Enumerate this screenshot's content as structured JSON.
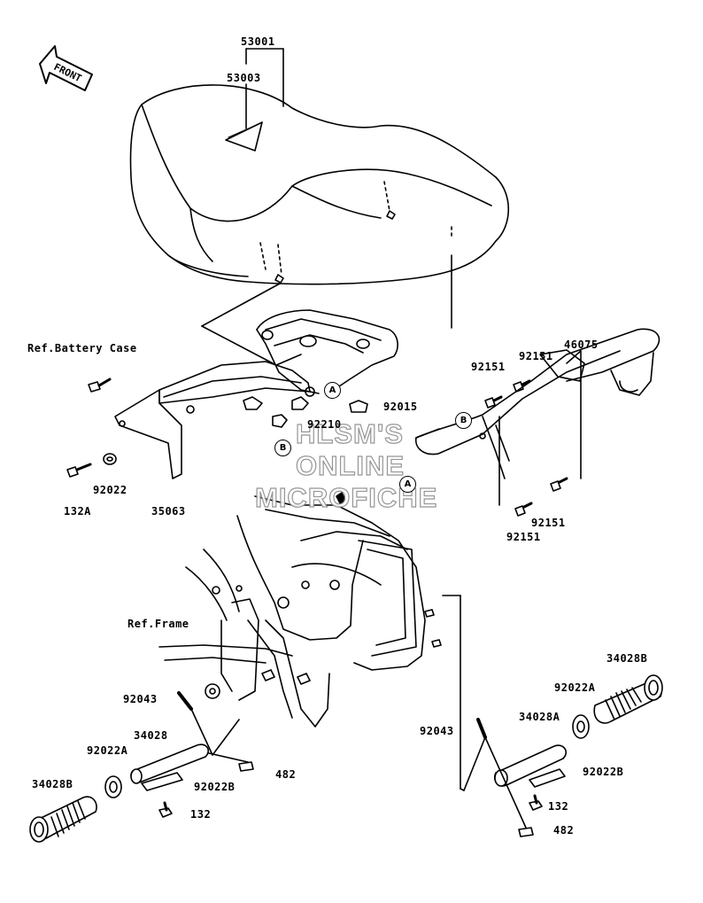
{
  "direction_arrow": {
    "label": "FRONT"
  },
  "watermark": {
    "line1": "HLSM'S",
    "line2": "ONLINE",
    "line3": "MICROFICHE"
  },
  "callouts": {
    "p53001": "53001",
    "p53003": "53003",
    "ref_battery": "Ref.Battery Case",
    "p46075": "46075",
    "p92151_a": "92151",
    "p92151_b": "92151",
    "p92015": "92015",
    "p92210": "92210",
    "p92022": "92022",
    "p132a": "132A",
    "p35063": "35063",
    "p92151_c": "92151",
    "p92151_d": "92151",
    "ref_frame": "Ref.Frame",
    "p92043_l": "92043",
    "p34028": "34028",
    "p92022a_l": "92022A",
    "p482_l": "482",
    "p34028b_l": "34028B",
    "p92022b_l": "92022B",
    "p132_l": "132",
    "p34028b_r": "34028B",
    "p92022a_r": "92022A",
    "p34028a": "34028A",
    "p92043_r": "92043",
    "p92022b_r": "92022B",
    "p132_r": "132",
    "p482_r": "482"
  },
  "reference_marks": {
    "a1": "A",
    "b1": "B",
    "b2": "B",
    "a2": "A"
  }
}
